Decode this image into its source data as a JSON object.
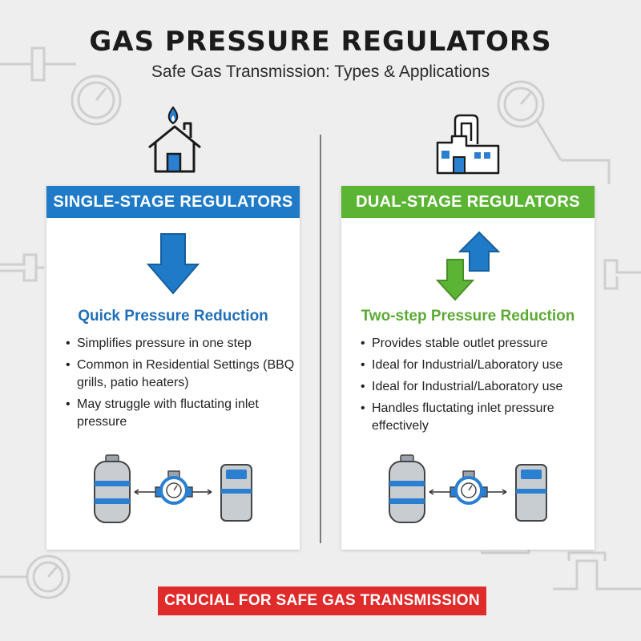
{
  "header": {
    "title": "GAS PRESSURE REGULATORS",
    "subtitle": "Safe Gas Transmission: Types & Applications"
  },
  "left_panel": {
    "icon": "house-flame-icon",
    "heading": "SINGLE-STAGE REGULATORS",
    "heading_color": "#1f7ac7",
    "arrow_icon": "arrow-down-icon",
    "subheading": "Quick Pressure Reduction",
    "bullets": [
      "Simplifies pressure in one step",
      "Common in Residential Settings (BBQ grills, patio heaters)",
      "May struggle with fluctating inlet pressure"
    ]
  },
  "right_panel": {
    "icon": "factory-icon",
    "heading": "DUAL-STAGE REGULATORS",
    "heading_color": "#5cb435",
    "arrow_icon": "up-down-arrows-icon",
    "subheading": "Two-step Pressure Reduction",
    "bullets": [
      "Provides stable outlet pressure",
      "Ideal for Industrial/Laboratory use",
      "Ideal for Industrial/Laboratory use",
      "Handles fluctating inlet pressure effectively"
    ]
  },
  "footer": {
    "banner": "CRUCIAL FOR SAFE GAS TRANSMISSION",
    "banner_color": "#e02b2b"
  }
}
